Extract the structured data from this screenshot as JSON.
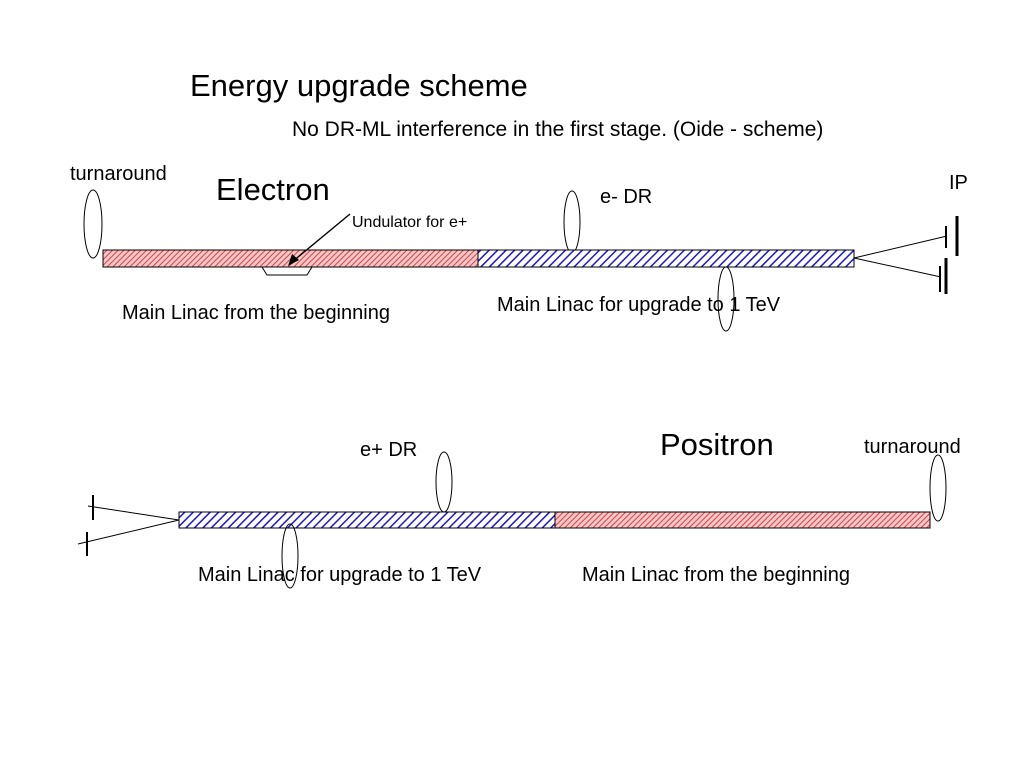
{
  "title": "Energy upgrade scheme",
  "subtitle": "No DR-ML interference in the first stage. (Oide - scheme)",
  "electron": {
    "label": "Electron",
    "turnaround": "turnaround",
    "ip": "IP",
    "dr": "e- DR",
    "undulator": "Undulator for e+",
    "linac_initial": "Main Linac from the beginning",
    "linac_upgrade": "Main Linac for upgrade to 1 TeV"
  },
  "positron": {
    "label": "Positron",
    "turnaround": "turnaround",
    "dr": "e+ DR",
    "linac_initial": "Main Linac from the beginning",
    "linac_upgrade": "Main Linac for upgrade to 1 TeV"
  },
  "colors": {
    "initial_linac": "#e05050",
    "upgrade_linac": "#1a1acc"
  }
}
